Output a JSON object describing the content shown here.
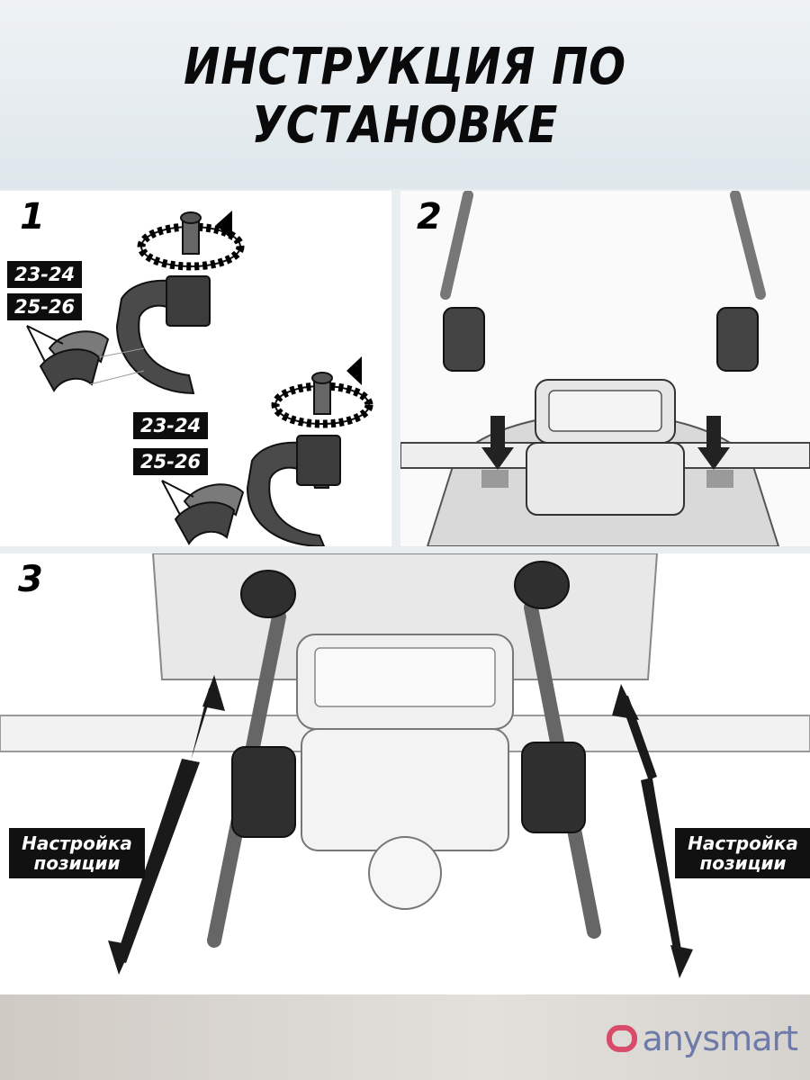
{
  "header": {
    "title": "ИНСТРУКЦИЯ ПО УСТАНОВКЕ"
  },
  "steps": [
    {
      "number": "1",
      "sizes_top": [
        "23-24",
        "25-26"
      ],
      "sizes_bottom": [
        "23-24",
        "25-26"
      ]
    },
    {
      "number": "2"
    },
    {
      "number": "3",
      "left_label": "Настройка позиции",
      "right_label": "Настройка позиции"
    }
  ],
  "brand": {
    "name": "anysmart",
    "mark_color": "#d94b6a",
    "text_color": "#6e7aa8"
  }
}
